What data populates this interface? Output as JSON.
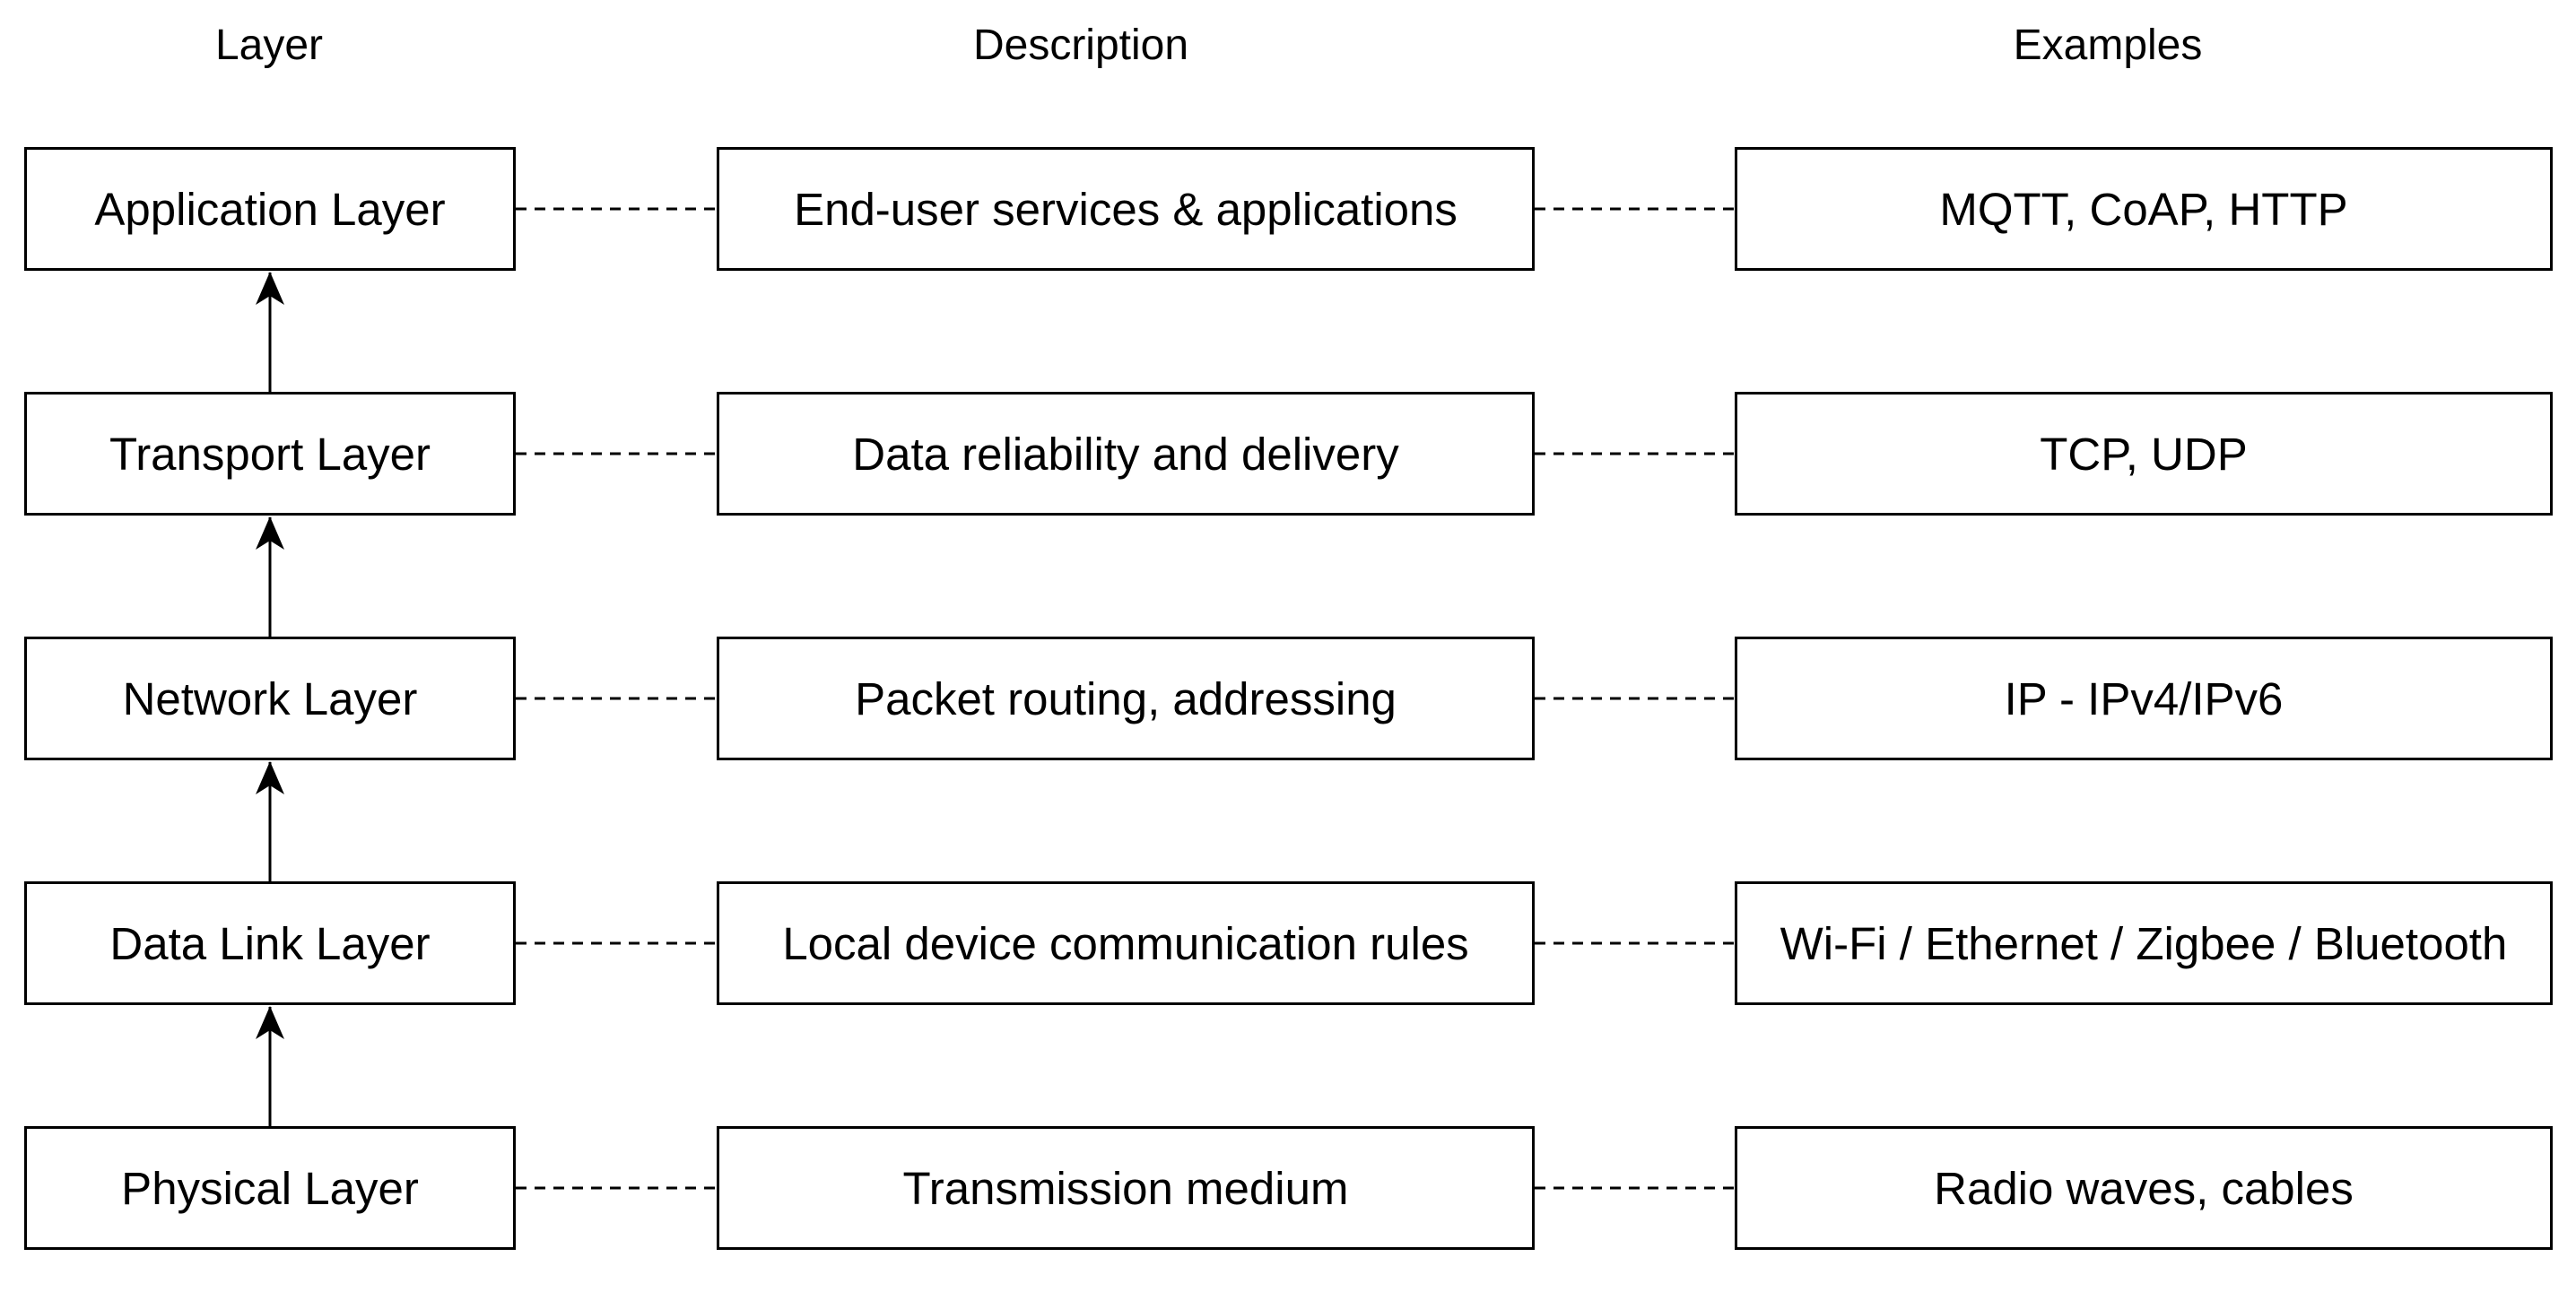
{
  "headers": {
    "layer": "Layer",
    "description": "Description",
    "examples": "Examples"
  },
  "rows": [
    {
      "layer": "Application Layer",
      "description": "End-user services & applications",
      "examples": "MQTT, CoAP, HTTP"
    },
    {
      "layer": "Transport Layer",
      "description": "Data reliability and delivery",
      "examples": "TCP, UDP"
    },
    {
      "layer": "Network Layer",
      "description": "Packet routing, addressing",
      "examples": "IP - IPv4/IPv6"
    },
    {
      "layer": "Data Link Layer",
      "description": "Local device communication rules",
      "examples": "Wi-Fi / Ethernet / Zigbee / Bluetooth"
    },
    {
      "layer": "Physical Layer",
      "description": "Transmission medium",
      "examples": "Radio waves, cables"
    }
  ]
}
